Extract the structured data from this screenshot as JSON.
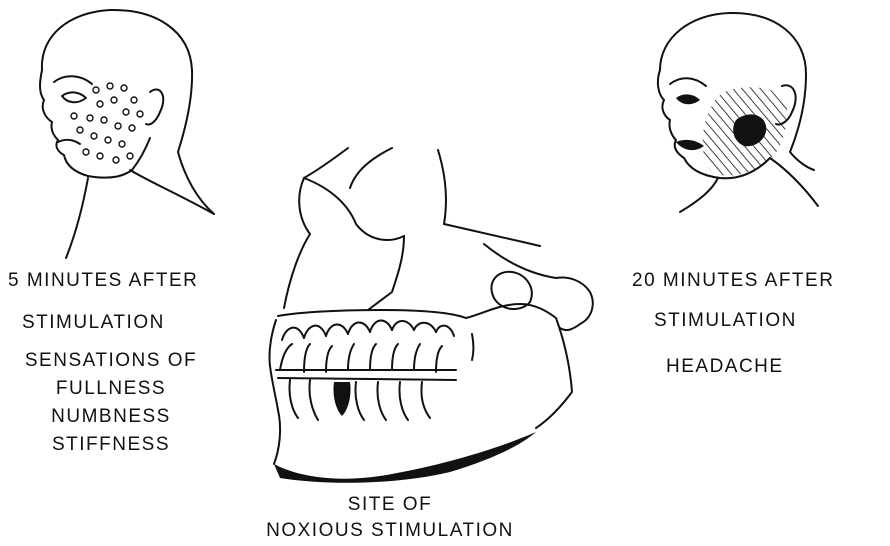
{
  "left_panel": {
    "time_line1": "5 MINUTES AFTER",
    "time_line2": "STIMULATION",
    "symptoms": [
      "SENSATIONS OF",
      "FULLNESS",
      "NUMBNESS",
      "STIFFNESS"
    ]
  },
  "right_panel": {
    "time_line1": "20 MINUTES AFTER",
    "time_line2": "STIMULATION",
    "symptom": "HEADACHE"
  },
  "bottom_caption": {
    "line1": "SITE OF",
    "line2": "NOXIOUS STIMULATION"
  },
  "colors": {
    "ink": "#111111",
    "background": "#ffffff"
  }
}
